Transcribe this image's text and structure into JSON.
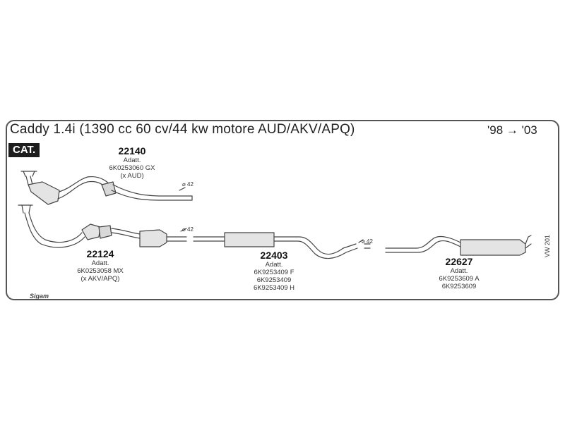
{
  "header": {
    "title": "Caddy 1.4i (1390 cc 60 cv/44 kw motore AUD/AKV/APQ)",
    "years": "'98 → '03",
    "cat_badge": "CAT."
  },
  "parts": [
    {
      "number": "22140",
      "adatt": "Adatt.",
      "codes": [
        "6K0253060 GX",
        "(x AUD)"
      ]
    },
    {
      "number": "22124",
      "adatt": "Adatt.",
      "codes": [
        "6K0253058 MX",
        "(x AKV/APQ)"
      ]
    },
    {
      "number": "22403",
      "adatt": "Adatt.",
      "codes": [
        "6K9253409 F",
        "6K9253409",
        "6K9253409 H"
      ]
    },
    {
      "number": "22627",
      "adatt": "Adatt.",
      "codes": [
        "6K9253609 A",
        "6K9253609"
      ]
    }
  ],
  "diameters": [
    "⌀ 42",
    "⌀ 42",
    "⌀ 42"
  ],
  "side_code": "VW 201",
  "logo_text": "Sigam"
}
